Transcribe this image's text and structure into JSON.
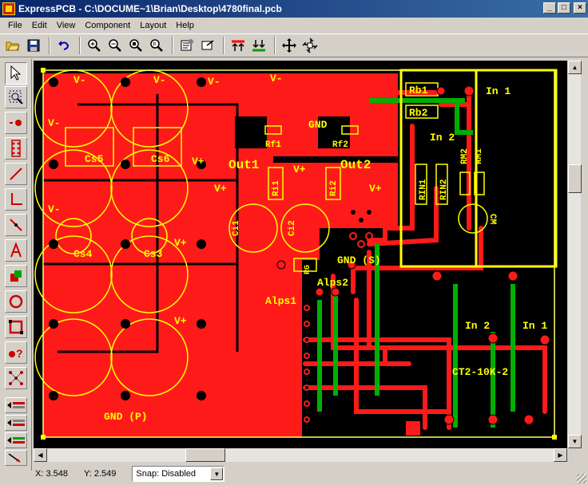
{
  "window": {
    "app_name": "ExpressPCB",
    "separator": " - ",
    "file_path": "C:\\DOCUME~1\\Brian\\Desktop\\4780final.pcb",
    "min_glyph": "_",
    "max_glyph": "□",
    "close_glyph": "×"
  },
  "menu": {
    "file": "File",
    "edit": "Edit",
    "view": "View",
    "component": "Component",
    "layout": "Layout",
    "help": "Help"
  },
  "toolbar_icons": [
    "open-icon",
    "save-icon",
    "undo-icon",
    "zoom-in-icon",
    "zoom-out-icon",
    "zoom-fit-icon",
    "zoom-window-icon",
    "properties-icon",
    "component-icon",
    "top-layer-icon",
    "bottom-layer-icon",
    "move-icon",
    "rotate-icon"
  ],
  "pcb": {
    "labels": {
      "v_minus": "V-",
      "v_plus": "V+",
      "gnd": "GND",
      "gnd_s": "GND (S)",
      "gnd_p": "GND (P)",
      "out1": "Out1",
      "out2": "Out2",
      "cs5": "Cs5",
      "cs6": "Cs6",
      "cs4": "Cs4",
      "cs3": "Cs3",
      "rf1": "Rf1",
      "rf2": "Rf2",
      "ri1": "Ri1",
      "ri2": "Ri2",
      "ci1": "Ci1",
      "ci2": "Ci2",
      "rg": "RG",
      "rb1": "Rb1",
      "rb2": "Rb2",
      "rin1": "RIN1",
      "rin2": "RIN2",
      "rm1": "RM1",
      "rm2": "RM2",
      "cm": "CM",
      "in1": "In 1",
      "in2": "In 2",
      "alps1": "Alps1",
      "alps2": "Alps2",
      "ct2": "CT2-10K-2"
    },
    "colors": {
      "copper_top": "#ff1a1a",
      "copper_bottom": "#00b000",
      "silkscreen": "#ffff00",
      "board": "#000000",
      "outline": "#ffff66"
    }
  },
  "status": {
    "x_label": "X:",
    "x_value": "3.548",
    "y_label": "Y:",
    "y_value": "2.549",
    "snap_label": "Snap:",
    "snap_value": "Disabled"
  }
}
